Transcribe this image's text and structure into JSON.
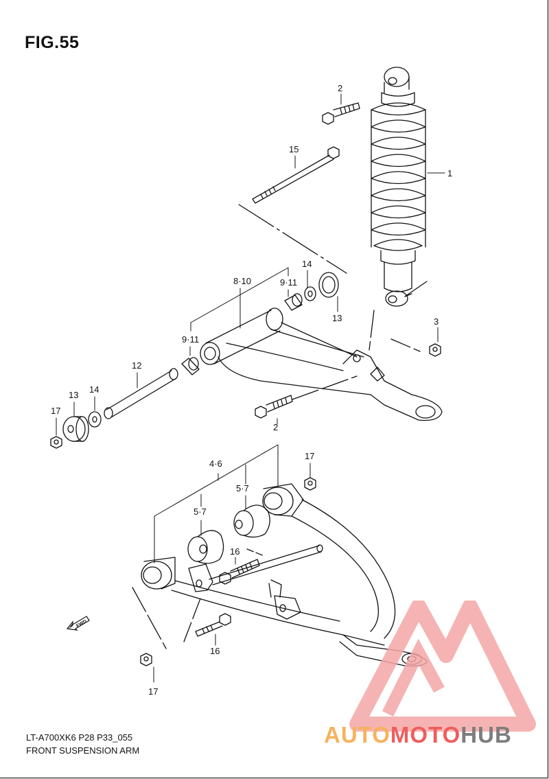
{
  "figure": {
    "title": "FIG.55",
    "model_code": "LT-A700XK6 P28 P33_055",
    "name": "FRONT SUSPENSION ARM"
  },
  "callouts": {
    "c1": "1",
    "c2_top": "2",
    "c2_bottom": "2",
    "c3": "3",
    "c4_6": "4·6",
    "c5_7_a": "5·7",
    "c5_7_b": "5·7",
    "c8_10": "8·10",
    "c9_11_a": "9·11",
    "c9_11_b": "9·11",
    "c12": "12",
    "c13_a": "13",
    "c13_b": "13",
    "c14_a": "14",
    "c14_b": "14",
    "c15": "15",
    "c16_a": "16",
    "c16_b": "16",
    "c17_a": "17",
    "c17_b": "17",
    "c17_c": "17"
  },
  "direction_arrow": {
    "label": "FWD"
  },
  "watermark": {
    "part1": "AUTO",
    "part2": "MOTO",
    "part3": "HUB",
    "colors": {
      "auto": "#f6b25b",
      "moto": "#ef5d5d",
      "hub": "#7d7d7d"
    }
  }
}
